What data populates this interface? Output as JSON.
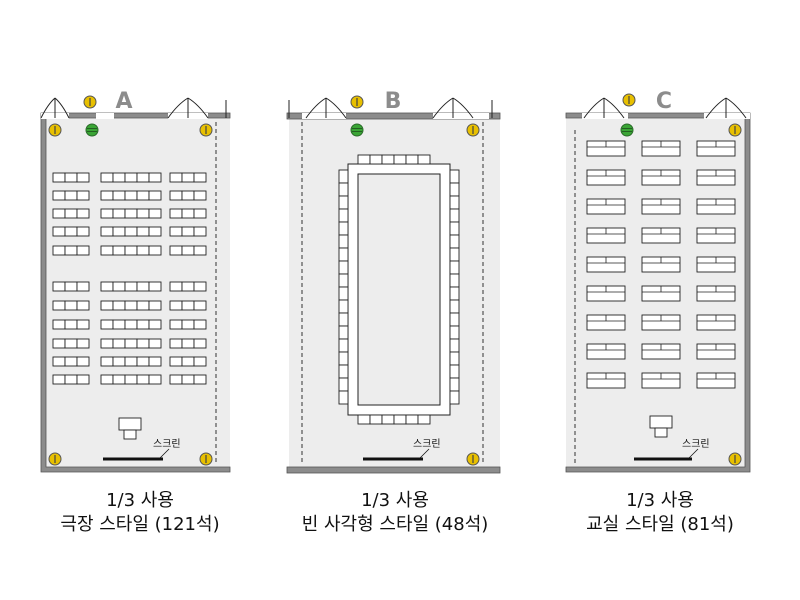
{
  "rooms": [
    {
      "letter": "A",
      "usage": "1/3 사용",
      "style": "극장 스타일 (121석)",
      "screen_label": "스크린"
    },
    {
      "letter": "B",
      "usage": "1/3 사용",
      "style": "빈 사각형 스타일 (48석)",
      "screen_label": "스크린"
    },
    {
      "letter": "C",
      "usage": "1/3 사용",
      "style": "교실 스타일 (81석)",
      "screen_label": "스크린"
    }
  ],
  "colors": {
    "wall": "#8c8c8c",
    "floor": "#ededed",
    "light_fixture": "#e8c000",
    "green_fixture": "#3aa535",
    "outline": "#222222"
  }
}
